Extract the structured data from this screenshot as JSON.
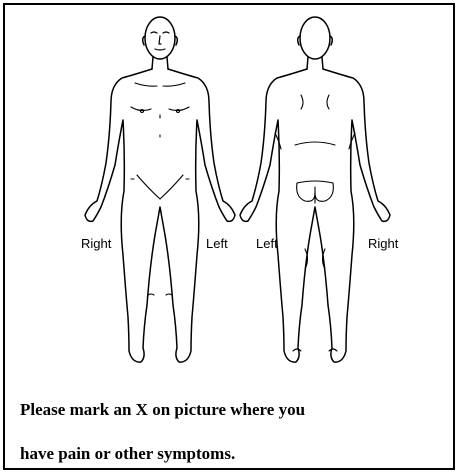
{
  "figure": {
    "front_view": {
      "label_right": "Right",
      "label_left": "Left"
    },
    "back_view": {
      "label_left": "Left",
      "label_right": "Right"
    }
  },
  "instructions": {
    "line1": "Please mark an X on picture where you",
    "line2": "have pain or other symptoms."
  },
  "colors": {
    "ink": "#000000",
    "background": "#ffffff"
  }
}
